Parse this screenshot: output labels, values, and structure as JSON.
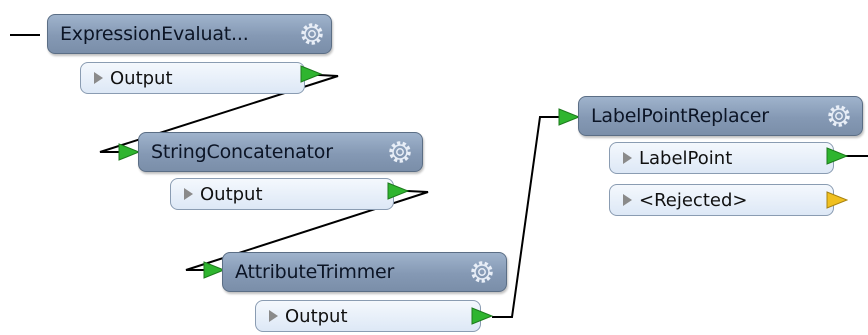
{
  "colors": {
    "header": "#8a9eb9",
    "port": "#e6eef9",
    "connected_arrow": "#2fb52f",
    "rejected_arrow": "#f0c020",
    "wire": "#000000"
  },
  "transformers": [
    {
      "name": "ExpressionEvaluat...",
      "icon": "gear-icon",
      "ports": [
        {
          "label": "Output",
          "arrow": "green-arrow"
        }
      ]
    },
    {
      "name": "StringConcatenator",
      "icon": "gear-icon",
      "ports": [
        {
          "label": "Output",
          "arrow": "green-arrow"
        }
      ]
    },
    {
      "name": "AttributeTrimmer",
      "icon": "gear-icon",
      "ports": [
        {
          "label": "Output",
          "arrow": "green-arrow"
        }
      ]
    },
    {
      "name": "LabelPointReplacer",
      "icon": "gear-icon",
      "ports": [
        {
          "label": "LabelPoint",
          "arrow": "green-arrow"
        },
        {
          "label": "<Rejected>",
          "arrow": "yellow-arrow"
        }
      ]
    }
  ]
}
